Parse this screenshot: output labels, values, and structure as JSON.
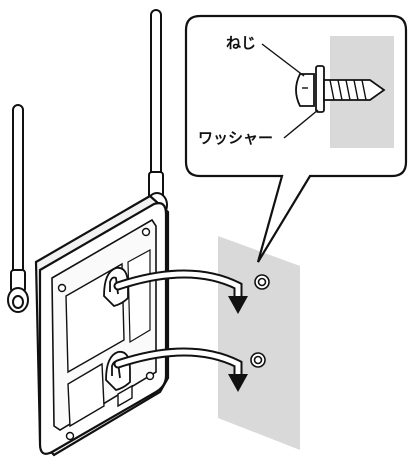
{
  "callout": {
    "screw_label": "ねじ",
    "washer_label": "ワッシャー"
  },
  "colors": {
    "wall": "#d9d9d9",
    "line": "#111111",
    "device_body": "#ffffff",
    "background": "#ffffff"
  },
  "icons": {
    "device": "wireless-router-back-view",
    "arrows": "hang-on-screw-arrows",
    "screw": "screw-with-washer"
  }
}
